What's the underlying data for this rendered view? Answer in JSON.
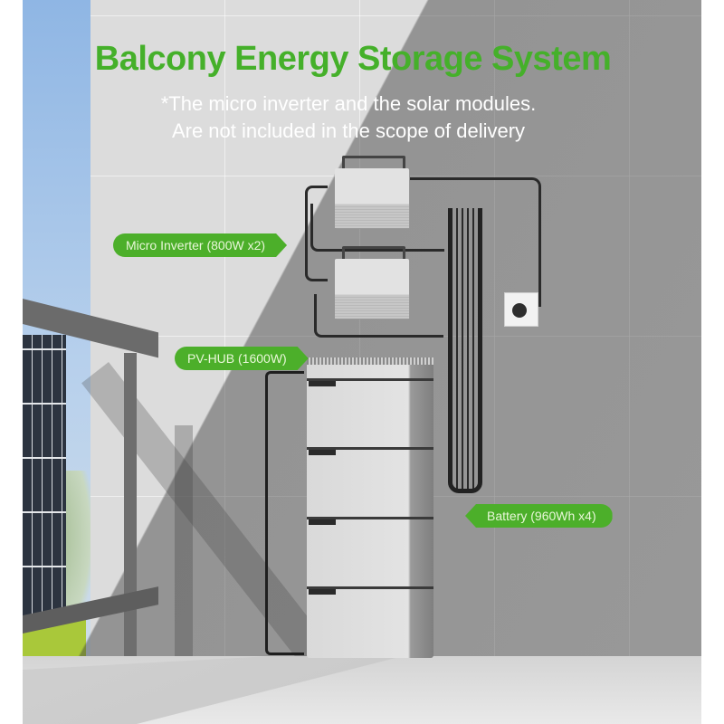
{
  "title": "Balcony Energy Storage System",
  "subtitle": {
    "line1": "*The micro inverter and the solar modules.",
    "line2": "Are not included in the scope of delivery"
  },
  "labels": {
    "micro_inverter": "Micro Inverter (800W x2)",
    "pv_hub": "PV-HUB (1600W)",
    "battery": "Battery (960Wh x4)"
  },
  "colors": {
    "accent_green": "#4caf2a",
    "title_green": "#45b02a",
    "label_text": "#e9f7d9"
  }
}
